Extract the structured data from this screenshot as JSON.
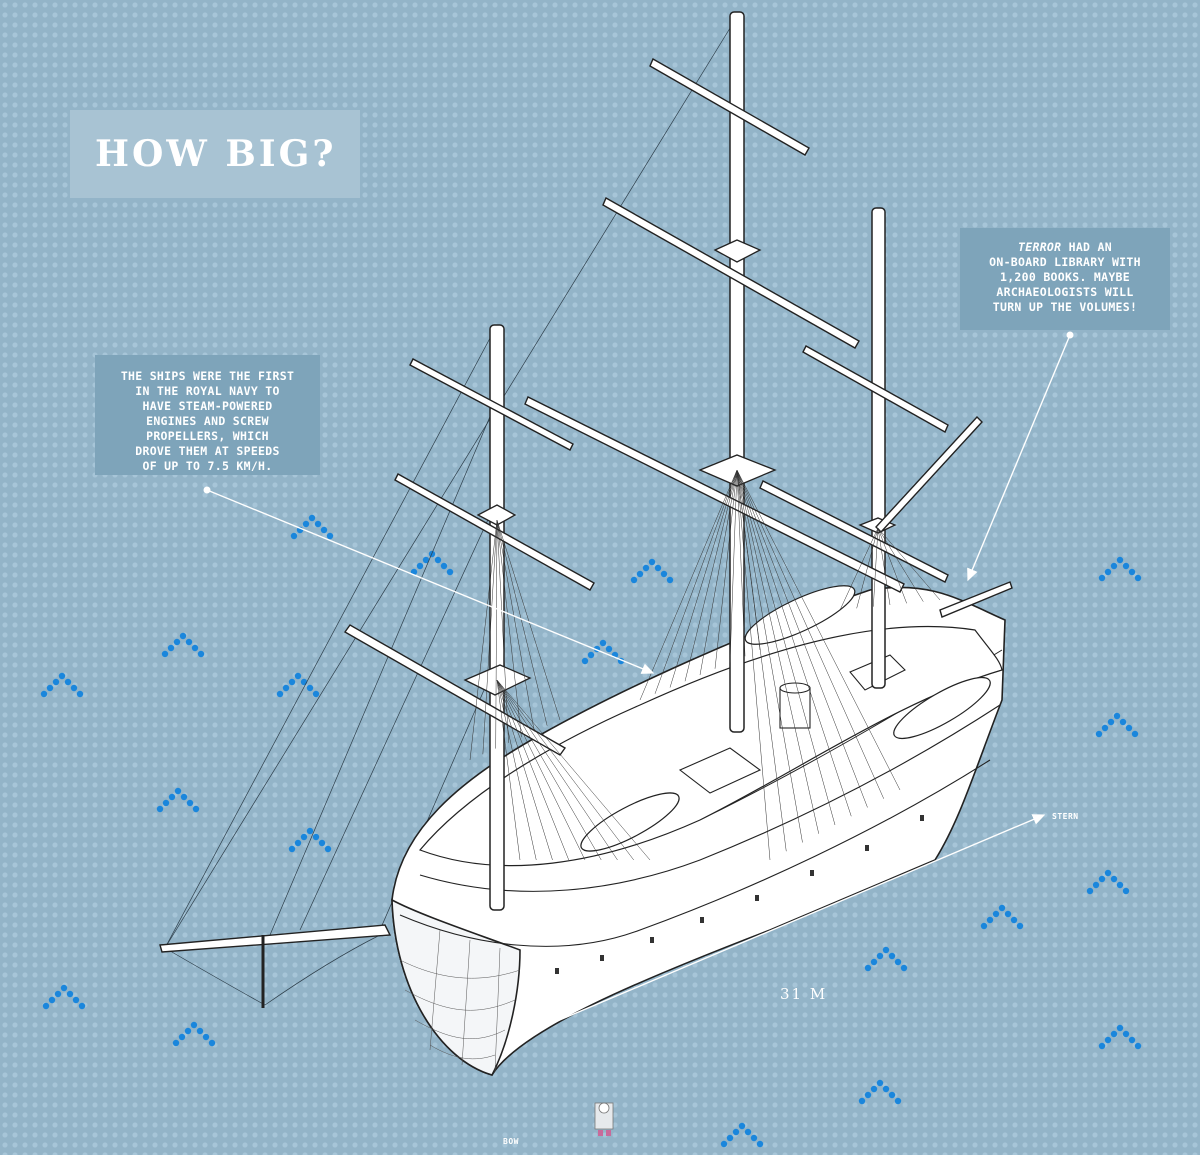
{
  "title": "HOW BIG?",
  "callout_left": {
    "lines": [
      "THE SHIPS WERE THE FIRST",
      "IN THE ROYAL NAVY TO",
      "HAVE STEAM-POWERED",
      "ENGINES AND SCREW",
      "PROPELLERS, WHICH",
      "DROVE THEM AT SPEEDS",
      "OF UP TO 7.5 KM/H."
    ]
  },
  "callout_right": {
    "emphasis": "TERROR",
    "line1_rest": " HAD AN",
    "lines": [
      "ON-BOARD LIBRARY WITH",
      "1,200 BOOKS. MAYBE",
      "ARCHAEOLOGISTS WILL",
      "TURN UP THE VOLUMES!"
    ]
  },
  "dimension": {
    "length": "31 M",
    "stern": "STERN",
    "bow": "BOW"
  },
  "colors": {
    "background": "#93b4c8",
    "wave_dots": "#1a86dc",
    "callout_box": "#7ea4ba",
    "title_box": "#a8c3d3"
  }
}
